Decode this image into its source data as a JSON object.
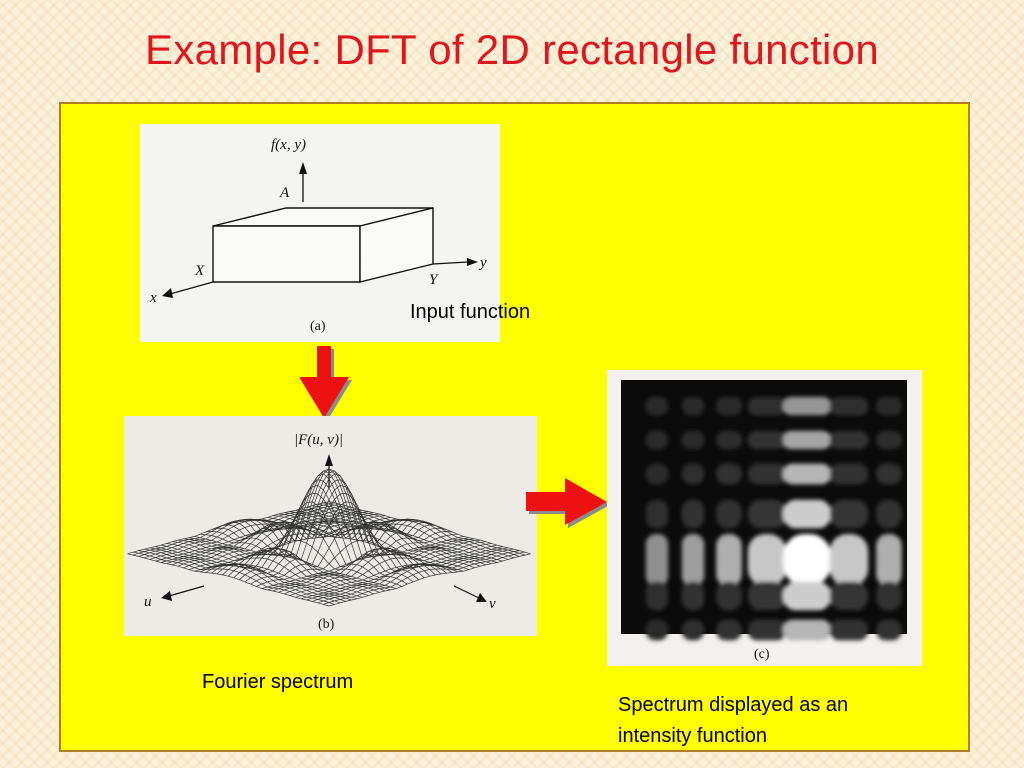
{
  "slide": {
    "title": "Example: DFT of 2D rectangle function"
  },
  "figures": {
    "input": {
      "axis_label_f": "f(x, y)",
      "label_A": "A",
      "label_X": "X",
      "label_Y": "Y",
      "axis_x": "x",
      "axis_y": "y",
      "sub_label": "(a)",
      "caption": "Input function"
    },
    "fourier": {
      "axis_label_F": "|F(u, v)|",
      "axis_u": "u",
      "axis_v": "v",
      "sub_label": "(b)",
      "caption": "Fourier spectrum"
    },
    "intensity": {
      "sub_label": "(c)",
      "caption_line1": "Spectrum displayed as  an",
      "caption_line2": "intensity function"
    }
  },
  "colors": {
    "title": "#e0161e",
    "panel_background": "#ffff00",
    "panel_border": "#b07e2a",
    "arrow": "#ee1111"
  }
}
